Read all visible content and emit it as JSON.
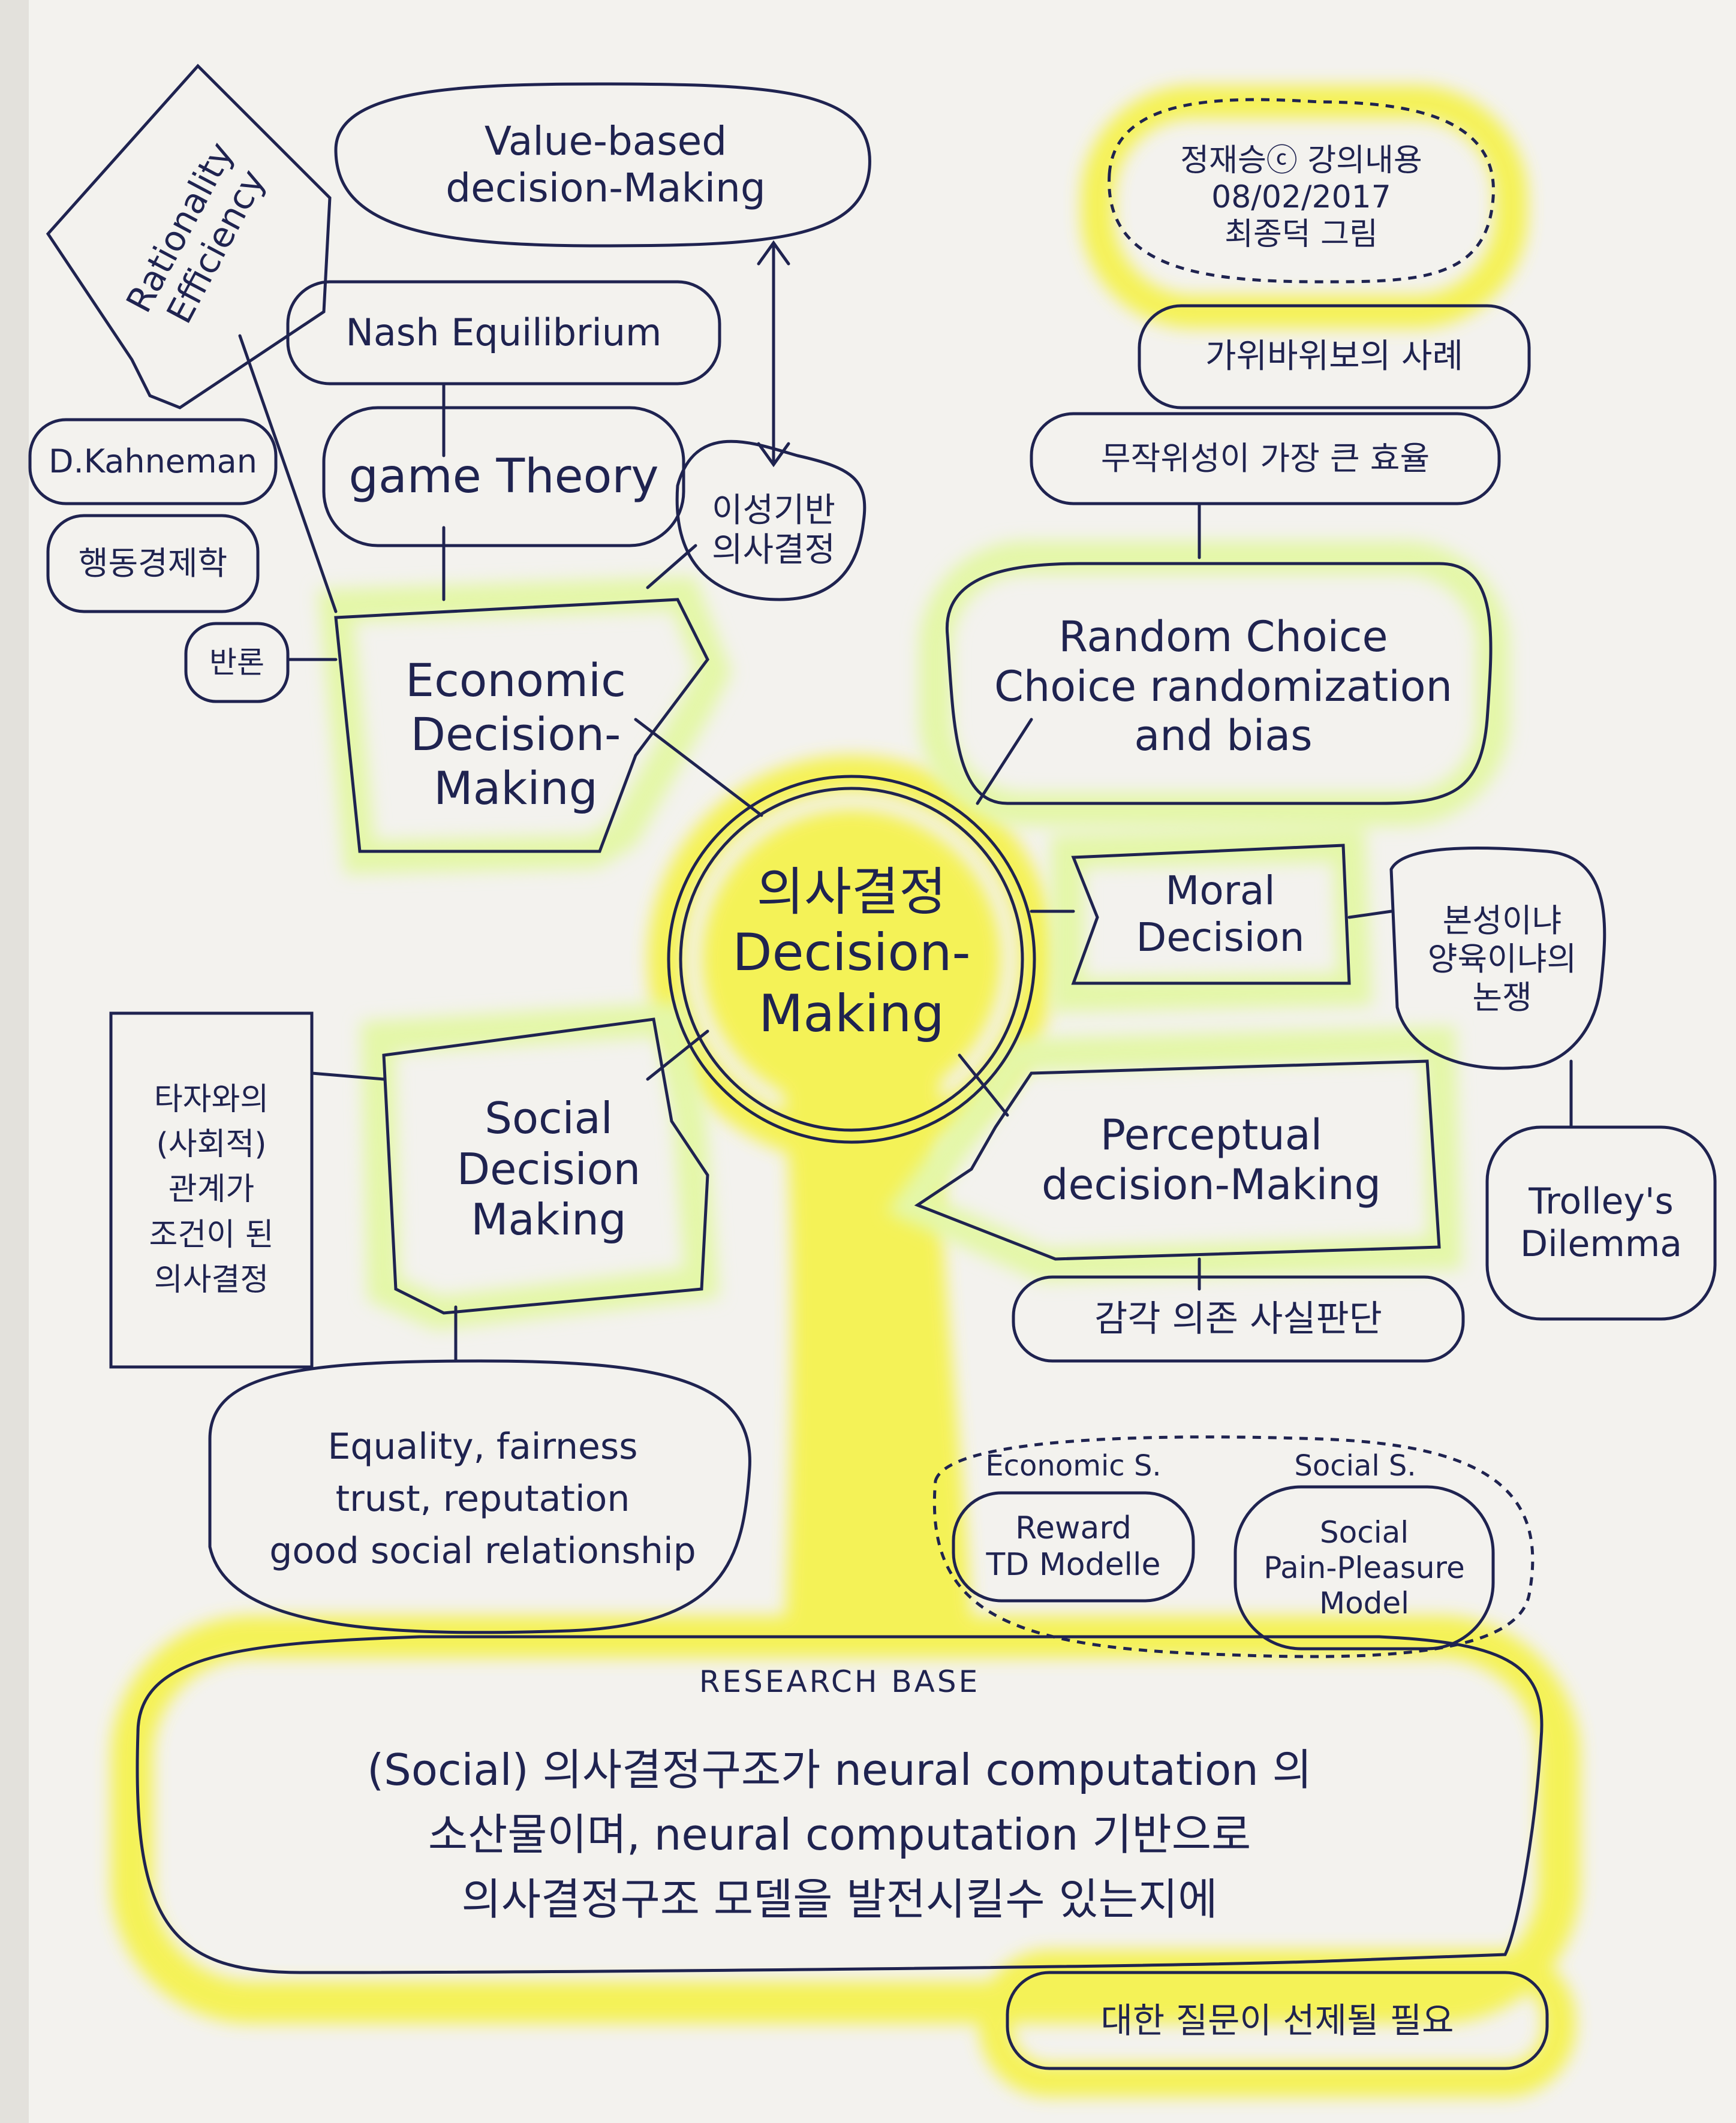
{
  "colors": {
    "ink": "#1f2350",
    "highlight_yellow": "#f5f23c",
    "highlight_green": "#e4f7a8",
    "paper": "#f3f2ee"
  },
  "center": {
    "line1": "의사결정",
    "line2": "Decision-",
    "line3": "Making"
  },
  "credit": {
    "line1": "정재승ⓒ 강의내용",
    "line2": "08/02/2017",
    "line3": "최종덕 그림"
  },
  "economic": {
    "main": {
      "line1": "Economic",
      "line2": "Decision-",
      "line3": "Making"
    },
    "rationality": {
      "line1": "Rationality",
      "line2": "Efficiency"
    },
    "value_based": {
      "line1": "Value-based",
      "line2": "decision-Making"
    },
    "nash": "Nash Equilibrium",
    "game_theory": "game Theory",
    "reason_based": {
      "line1": "이성기반",
      "line2": "의사결정"
    },
    "kahneman": "D.Kahneman",
    "behavioral_econ": "행동경제학",
    "rebuttal": "반론"
  },
  "random": {
    "main": {
      "line1": "Random Choice",
      "line2": "Choice randomization",
      "line3": "and bias"
    },
    "example": "가위바위보의 사례",
    "max_efficiency": "무작위성이 가장 큰 효율"
  },
  "moral": {
    "main": {
      "line1": "Moral",
      "line2": "Decision"
    },
    "debate": {
      "line1": "본성이냐",
      "line2": "양육이냐의",
      "line3": "논쟁"
    },
    "trolley": {
      "line1": "Trolley's",
      "line2": "Dilemma"
    }
  },
  "perceptual": {
    "main": {
      "line1": "Perceptual",
      "line2": "decision-Making"
    },
    "sub": "감각 의존 사실판단"
  },
  "social": {
    "main": {
      "line1": "Social",
      "line2": "Decision",
      "line3": "Making"
    },
    "others": {
      "line1": "타자와의",
      "line2": "(사회적)",
      "line3": "관계가",
      "line4": "조건이 된",
      "line5": "의사결정"
    },
    "equality": {
      "line1": "Equality, fairness",
      "line2": "trust, reputation",
      "line3": "good social relationship"
    }
  },
  "models": {
    "economic_label": "Economic S.",
    "social_label": "Social S.",
    "reward": {
      "line1": "Reward",
      "line2": "TD Modelle"
    },
    "social_model": {
      "line1": "Social",
      "line2": "Pain-Pleasure",
      "line3": "Model"
    }
  },
  "research": {
    "title": "RESEARCH BASE",
    "line1": "(Social) 의사결정구조가 neural computation 의",
    "line2": "소산물이며, neural computation 기반으로",
    "line3": "의사결정구조 모델을 발전시킬수 있는지에",
    "line4": "대한 질문이 선제될 필요"
  }
}
